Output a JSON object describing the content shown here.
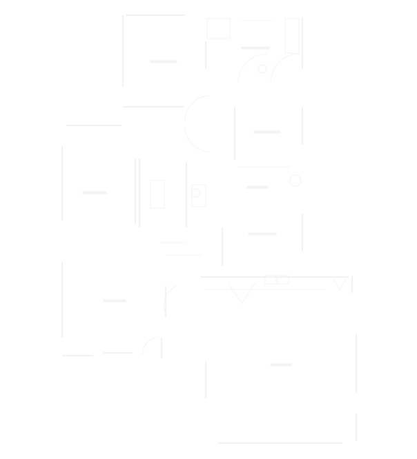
{
  "plan": {
    "background": "#ffffff",
    "line_color": "#f2f2f2",
    "rooms": [
      {
        "id": "bedroom-2",
        "label": ""
      },
      {
        "id": "bath-top",
        "label": ""
      },
      {
        "id": "hall",
        "label": ""
      },
      {
        "id": "living-left",
        "label": ""
      },
      {
        "id": "kitchen",
        "label": ""
      },
      {
        "id": "closet-right",
        "label": ""
      },
      {
        "id": "dining",
        "label": ""
      },
      {
        "id": "lower-left-room",
        "label": ""
      },
      {
        "id": "garage",
        "label": ""
      }
    ]
  }
}
